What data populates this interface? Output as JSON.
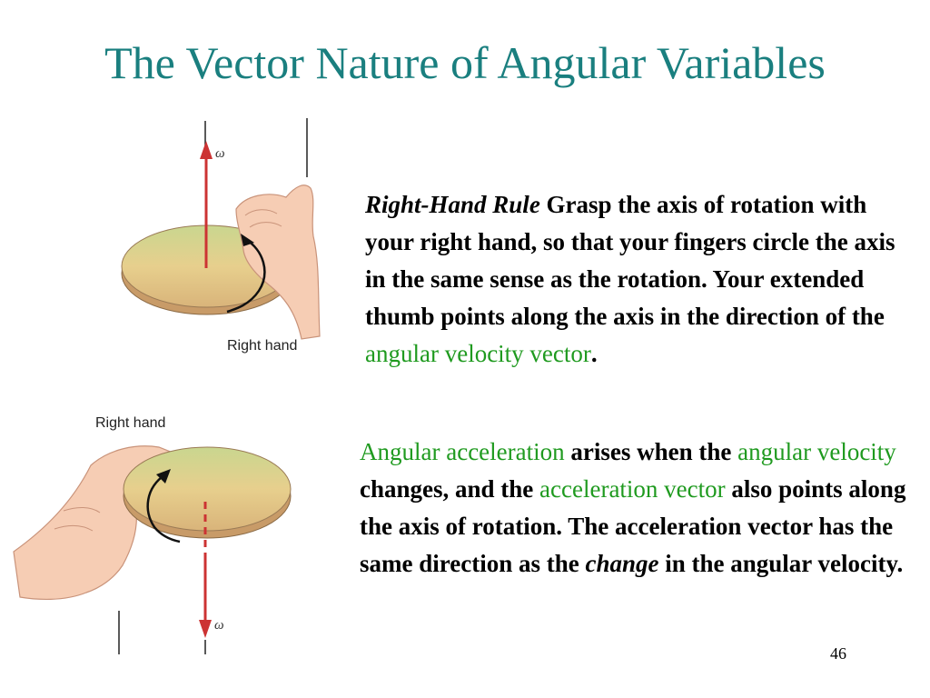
{
  "slide": {
    "title": "The Vector Nature of Angular Variables",
    "paragraph1": {
      "lead": "Right-Hand Rule",
      "text1": " Grasp the axis of rotation with your right hand, so that your fingers circle the axis in the same sense as the rotation. Your extended thumb points along the axis in the direction of the ",
      "highlight": "angular velocity vector",
      "end": "."
    },
    "paragraph2": {
      "h1": "Angular acceleration",
      "t1": " arises when the ",
      "h2": "angular velocity",
      "t2": " changes, and the ",
      "h3": "acceleration vector",
      "t3": " also points along the axis of rotation. The acceleration vector has the same direction as the ",
      "ital": "change",
      "t4": " in the angular velocity."
    },
    "slide_number": "46"
  },
  "figures": {
    "top": {
      "label": "Right hand",
      "vector_symbol": "ω"
    },
    "bottom": {
      "label": "Right hand",
      "vector_symbol": "ω"
    }
  },
  "colors": {
    "title": "#1a7f7f",
    "highlight": "#1f9a1f",
    "vector": "#cc3333",
    "disk": "#e3cf8e",
    "skin": "#f3c6ad"
  }
}
